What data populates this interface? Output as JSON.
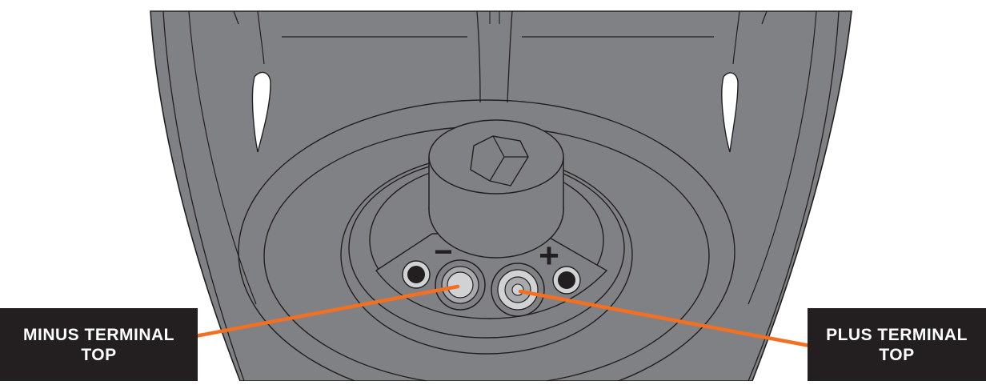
{
  "diagram": {
    "colors": {
      "housing_fill": "#808184",
      "outline": "#231f20",
      "terminal_light": "#d1d2d4",
      "terminal_mid": "#a7a9ac",
      "socket_dark": "#231f20",
      "leader": "#f37021",
      "label_background": "#231f20",
      "label_text": "#ffffff"
    },
    "symbols": {
      "minus": "−",
      "plus": "+"
    },
    "callouts": {
      "minus_terminal": {
        "line1": "MINUS TERMINAL",
        "line2": "TOP"
      },
      "plus_terminal": {
        "line1": "PLUS TERMINAL",
        "line2": "TOP"
      }
    }
  }
}
